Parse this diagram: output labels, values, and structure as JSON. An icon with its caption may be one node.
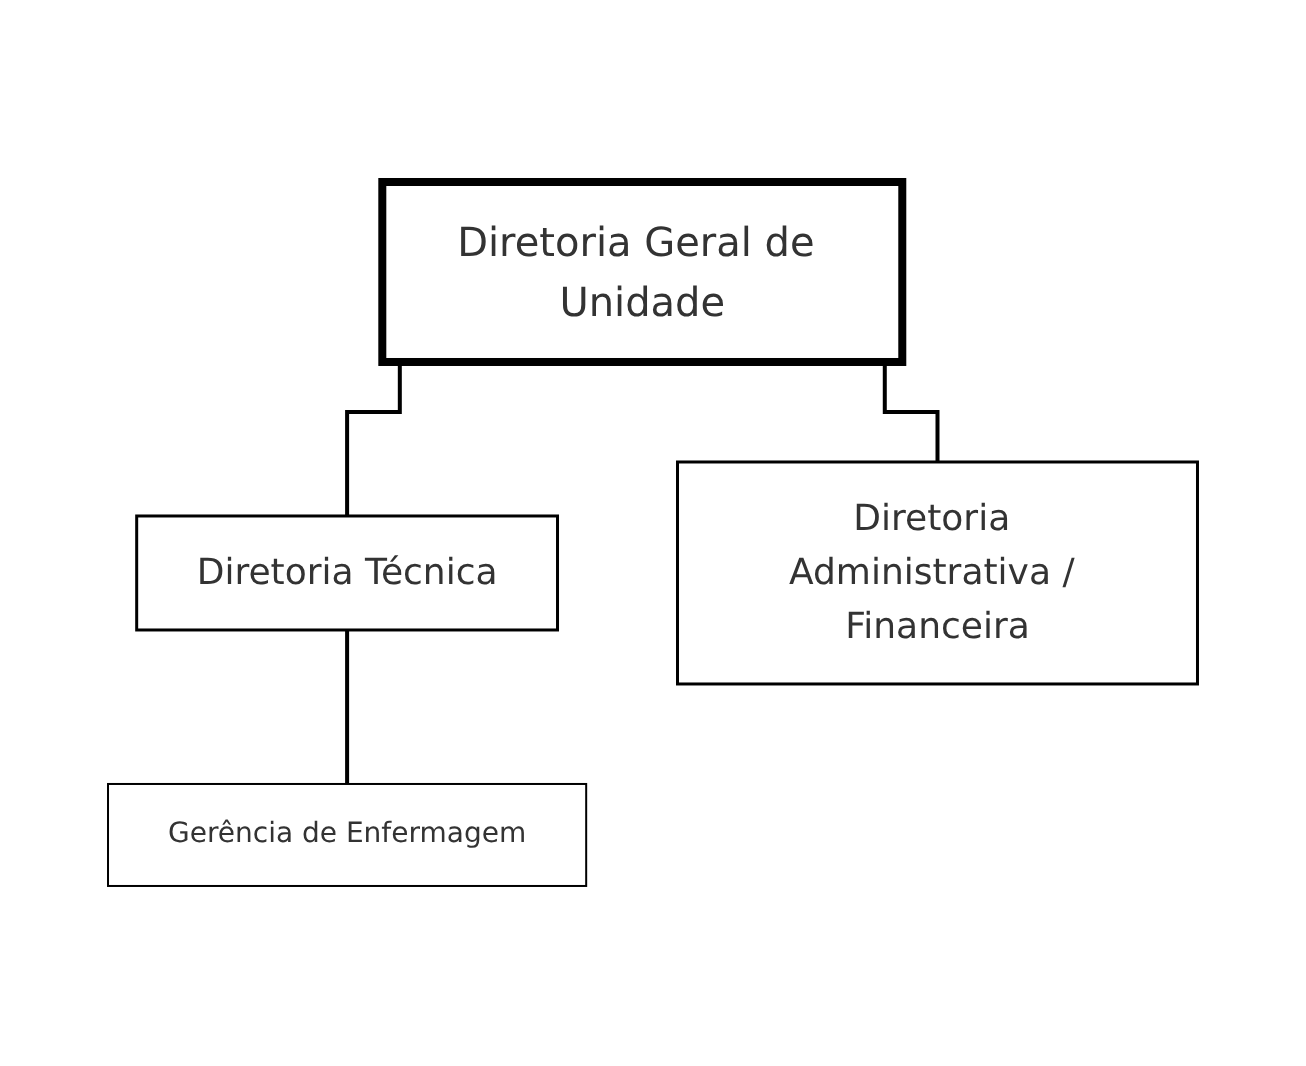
{
  "diagram": {
    "nodes": [
      {
        "text": [
          "Diretoria Geral de Unidade"
        ]
      },
      {
        "text": [
          "Diretoria Técnica"
        ]
      },
      {
        "text": [
          "Diretoria Administrativa / Financeira"
        ]
      },
      {
        "text": [
          "Gerência de Enfermagem"
        ]
      }
    ],
    "edges": [
      {
        "from": 0,
        "to": 1,
        "arrow": "none"
      },
      {
        "from": 0,
        "to": 2,
        "arrow": "none"
      },
      {
        "from": 1,
        "to": 3,
        "arrow": "none"
      }
    ]
  }
}
